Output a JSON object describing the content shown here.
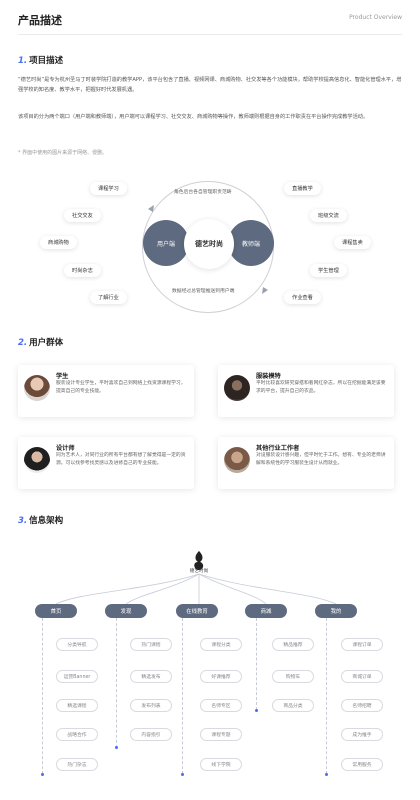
{
  "header": {
    "title": "产品描述",
    "eng": "Product Overview"
  },
  "sec1": {
    "num": "1.",
    "title": "项目描述",
    "para1": "“德艺时尚”是专为杭州圣马丁时装学院打造的教学APP，该平台包含了直播、视频网课、商城购物、社交发等各个功能模块，帮助学校提高信息化、智能化管理水平，增强学校的知名度、教学水平，把握好时代发展机遇。",
    "para2": "该项目的分为两个端口（用户端和教师端），用户端可以课程学习、社交交友、商城购物等操作，教师端则根据自身的工作职责在平台操作完成教学活动。",
    "note": "* 界面中使用的图片来源于网络、侵删。",
    "diagram": {
      "center": "德艺时尚",
      "left": "用户端",
      "right": "教师端",
      "top_label": "角色后台各自管理职责范畴",
      "bottom_label": "数据经过总管理推送到用户端",
      "left_items": [
        "课程学习",
        "社交交友",
        "商城购物",
        "时尚杂志",
        "了解行业"
      ],
      "right_items": [
        "直播教学",
        "班级交流",
        "课程售卖",
        "学生管理",
        "作业查看"
      ]
    }
  },
  "sec2": {
    "num": "2.",
    "title": "用户群体",
    "cards": [
      {
        "name": "学生",
        "desc": "服装设计专业学生，平时喜欢自己到网络上找资源课程学习，提高自己的专业技能。"
      },
      {
        "name": "服装模特",
        "desc": "平时比较喜欢研究穿搭和看网红杂志，所以在挖掘能满足该要求的平台，提升自己的衣品。"
      },
      {
        "name": "设计师",
        "desc": "同为艺术人，对同行业的所有平台都有想了解觉得是一定的资源。可以找参考找灵感以及进修自己的专业技能。"
      },
      {
        "name": "其他行业工作者",
        "desc": "对设服装设计感兴趣，但平时忙于工作。想有、专业的老师讲解和系统性的学习服装生设计从而就业。"
      }
    ]
  },
  "sec3": {
    "num": "3.",
    "title": "信息架构",
    "logo_text": "德艺时尚",
    "columns": [
      {
        "label": "首页",
        "items": [
          "分类导航",
          "运营Banner",
          "精选课程",
          "战略合作",
          "热门杂志"
        ]
      },
      {
        "label": "发现",
        "items": [
          "热门课程",
          "精选发布",
          "发布列表",
          "内容指引"
        ]
      },
      {
        "label": "在线教育",
        "items": [
          "课程分类",
          "好课推荐",
          "名师专区",
          "课程专题",
          "线下学院"
        ]
      },
      {
        "label": "商城",
        "items": [
          "精品推荐",
          "购物车",
          "商品分类"
        ]
      },
      {
        "label": "我的",
        "items": [
          "课程订单",
          "商城订单",
          "名师招聘",
          "成为推手",
          "常用服务"
        ]
      }
    ]
  },
  "colors": {
    "accent": "#4a6cf7",
    "node": "#5e6a7f"
  }
}
